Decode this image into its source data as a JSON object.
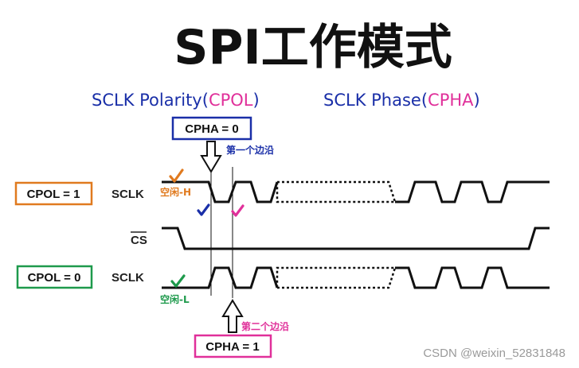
{
  "title": "SPI工作模式",
  "subtitle": {
    "polarity_prefix": "SCLK Polarity(",
    "polarity_term": "CPOL",
    "polarity_suffix": ")",
    "phase_prefix": "SCLK Phase(",
    "phase_term": "CPHA",
    "phase_suffix": ")"
  },
  "boxes": {
    "cpha0": "CPHA = 0",
    "cpha1": "CPHA = 1",
    "cpol1": "CPOL = 1",
    "cpol0": "CPOL = 0"
  },
  "signals": {
    "sclk_top": "SCLK",
    "cs": "CS",
    "sclk_bottom": "SCLK"
  },
  "notes": {
    "first_edge": "第一个边沿",
    "second_edge": "第二个边沿",
    "idle_high": "空闲-H",
    "idle_low": "空闲-L"
  },
  "watermark": "CSDN @weixin_52831848",
  "colors": {
    "blue": "#1a2fa8",
    "magenta": "#e0309a",
    "orange": "#e07a1f",
    "green": "#1e9a4c",
    "ink": "#111111"
  }
}
